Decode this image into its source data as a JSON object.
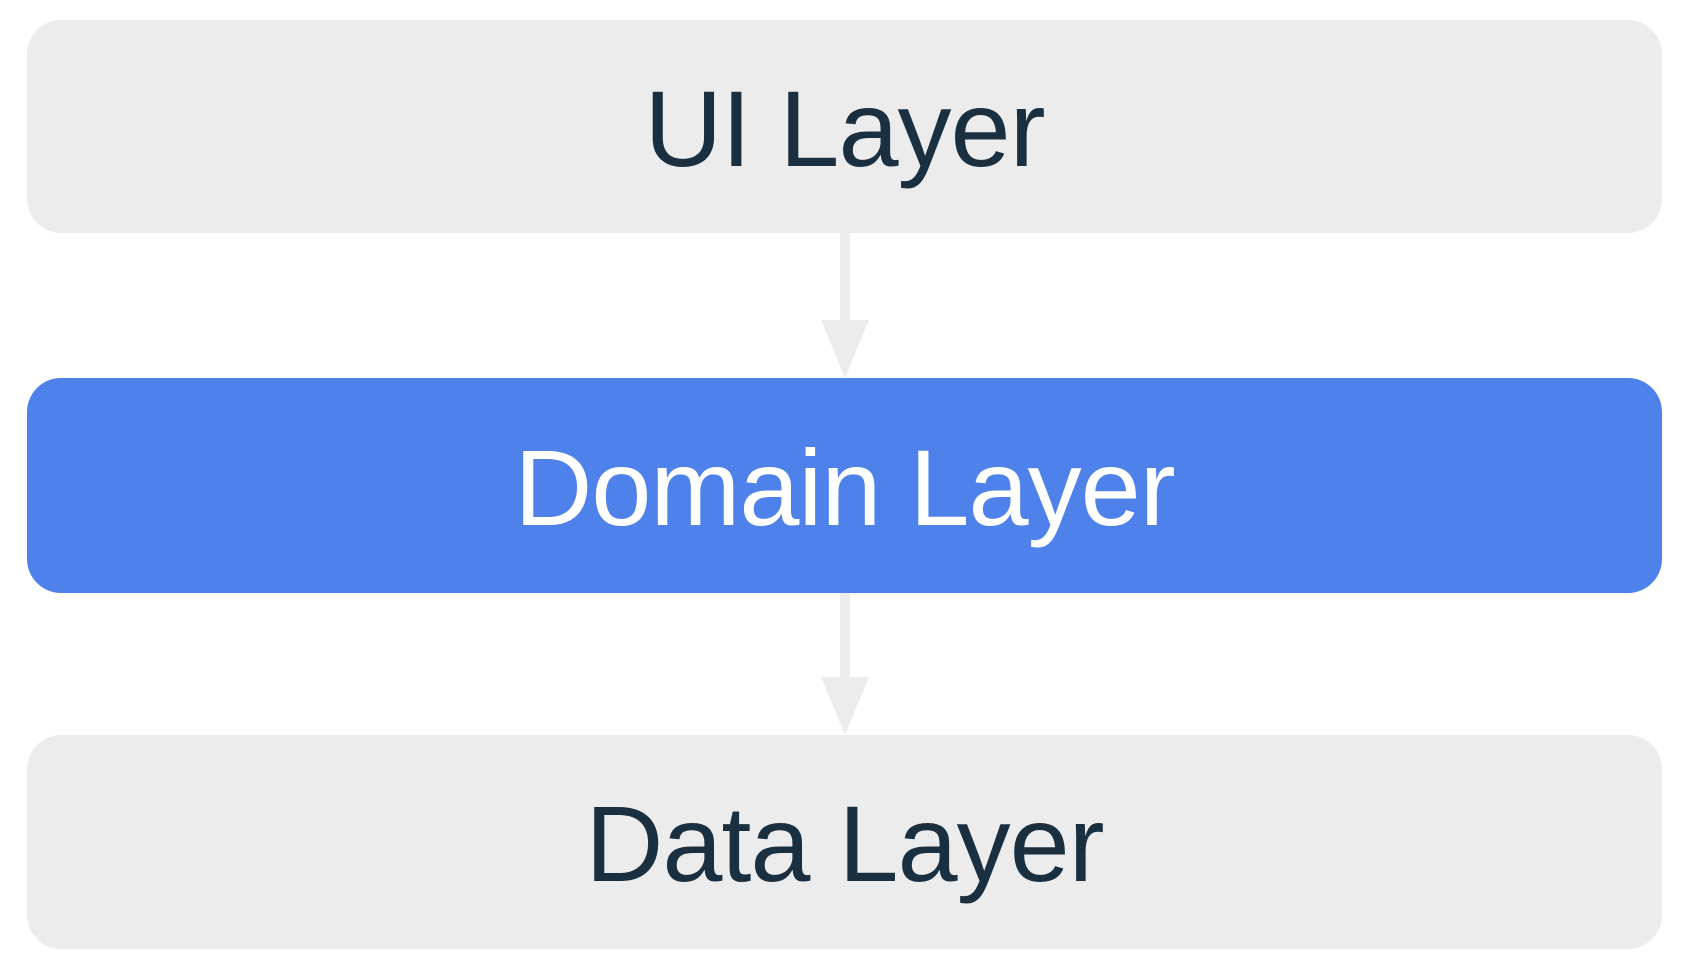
{
  "diagram": {
    "type": "layered-architecture",
    "background": "#ffffff",
    "layers": [
      {
        "label": "UI Layer",
        "bg": "#ececec",
        "text_color": "#1a3040",
        "highlighted": false
      },
      {
        "label": "Domain Layer",
        "bg": "#4e81ea",
        "text_color": "#ffffff",
        "highlighted": true
      },
      {
        "label": "Data Layer",
        "bg": "#ececec",
        "text_color": "#1a3040",
        "highlighted": false
      }
    ],
    "arrows": [
      {
        "from": "UI Layer",
        "to": "Domain Layer",
        "direction": "down",
        "color": "#ececec"
      },
      {
        "from": "Domain Layer",
        "to": "Data Layer",
        "direction": "down",
        "color": "#ececec"
      }
    ]
  }
}
